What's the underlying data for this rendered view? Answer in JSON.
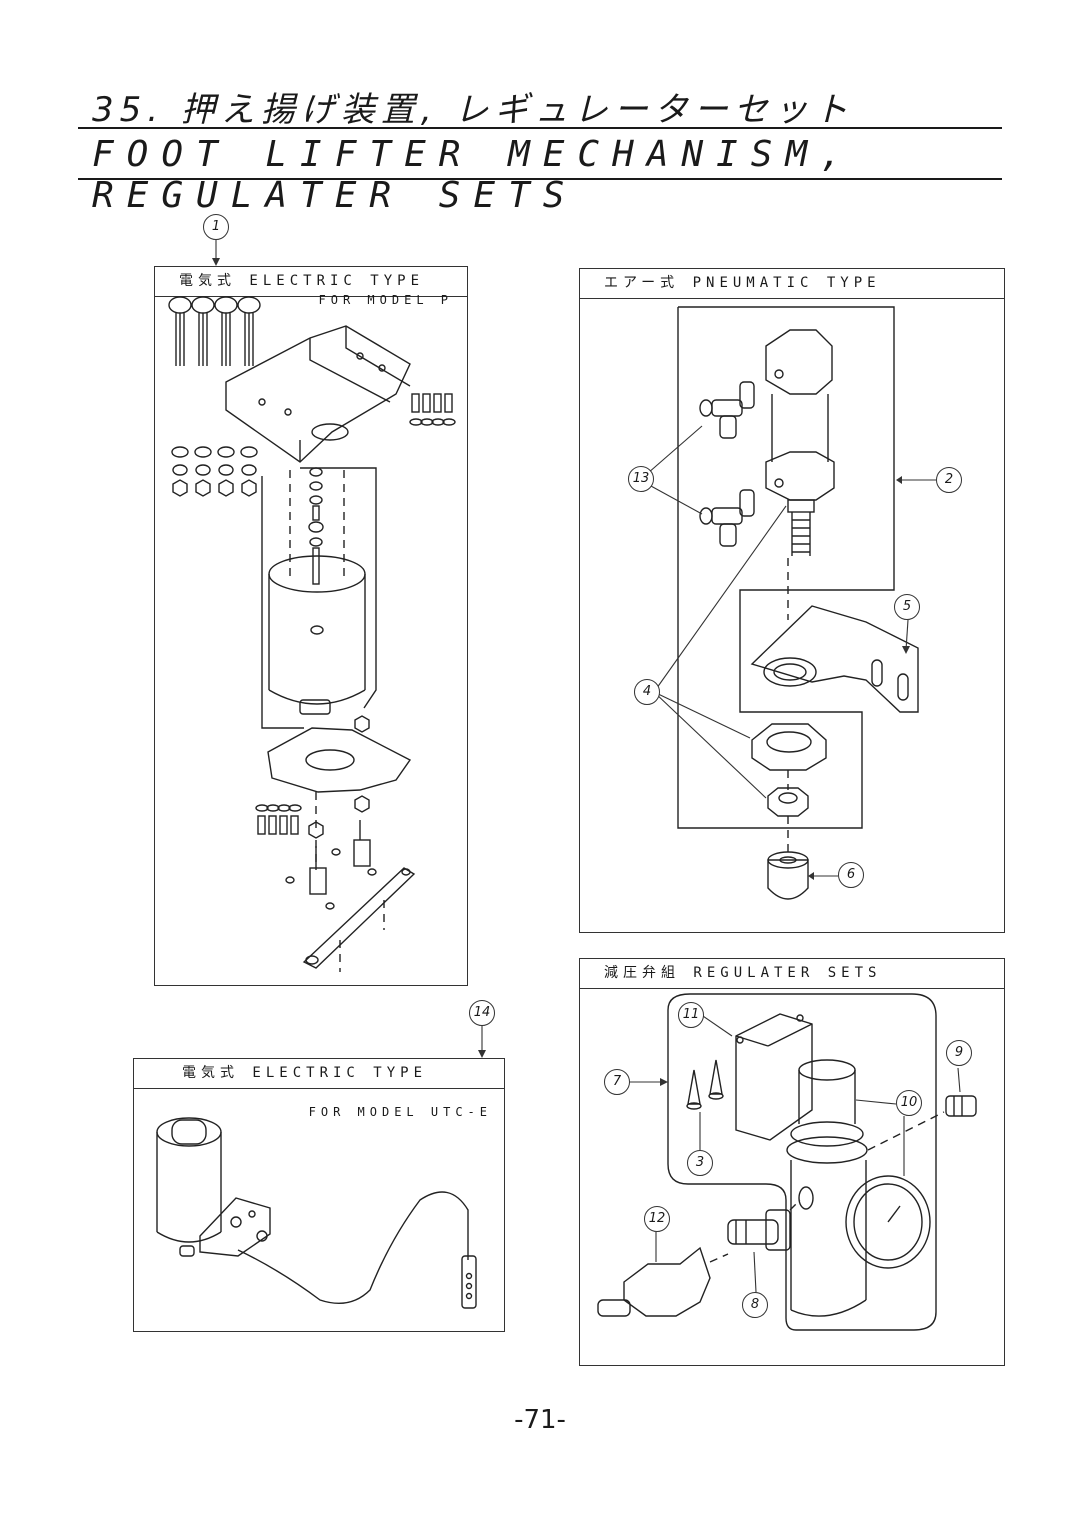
{
  "header": {
    "title_jp": "35. 押え揚げ装置, レギュレーターセット",
    "title_en": "FOOT LIFTER MECHANISM, REGULATER SETS"
  },
  "panels": {
    "electric_p": {
      "title": "電気式 ELECTRIC TYPE",
      "subtitle": "FOR MODEL P"
    },
    "pneumatic": {
      "title": "エアー式 PNEUMATIC TYPE"
    },
    "electric_utc": {
      "title": "電気式 ELECTRIC TYPE",
      "subtitle": "FOR MODEL UTC-E"
    },
    "regulater": {
      "title": "減圧弁組 REGULATER SETS"
    }
  },
  "callouts": {
    "c1": "1",
    "c2": "2",
    "c3": "3",
    "c4": "4",
    "c5": "5",
    "c6": "6",
    "c7": "7",
    "c8": "8",
    "c9": "9",
    "c10": "10",
    "c11": "11",
    "c12": "12",
    "c13": "13",
    "c14": "14"
  },
  "page_number": "-71-"
}
